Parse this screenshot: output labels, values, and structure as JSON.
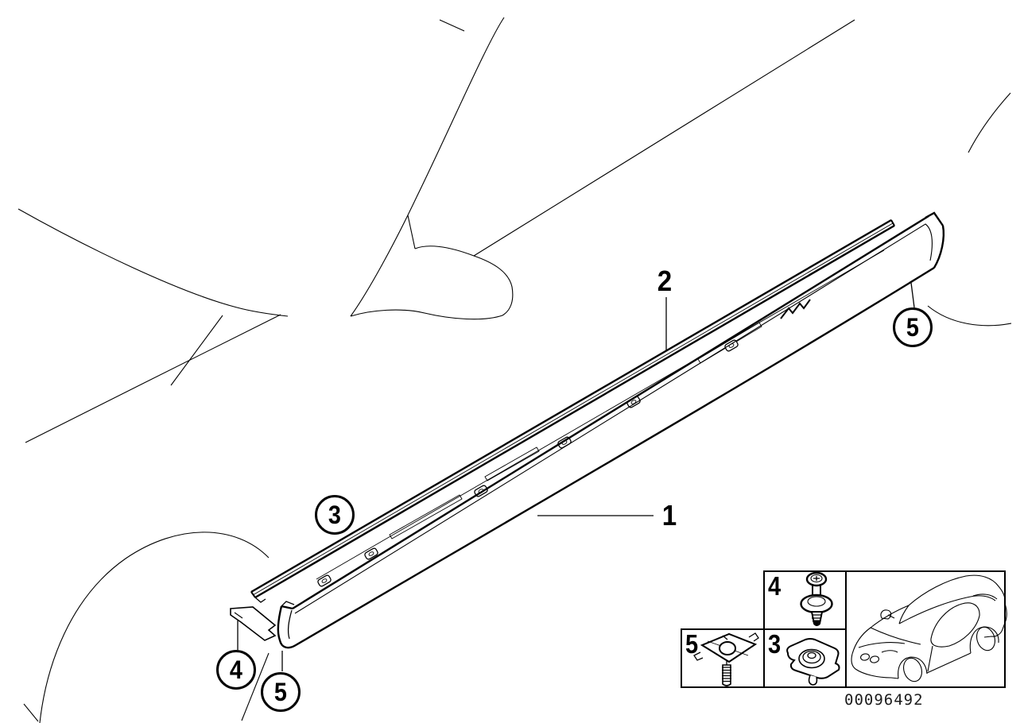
{
  "figure": {
    "background": "#ffffff",
    "ink": "#000000",
    "kind": "parts-diagram"
  },
  "callouts": [
    {
      "id": "callout-1",
      "label": "1",
      "style": "plain"
    },
    {
      "id": "callout-2",
      "label": "2",
      "style": "plain"
    },
    {
      "id": "callout-3",
      "label": "3",
      "style": "circled"
    },
    {
      "id": "callout-4",
      "label": "4",
      "style": "circled"
    },
    {
      "id": "callout-5-left",
      "label": "5",
      "style": "circled"
    },
    {
      "id": "callout-5-right",
      "label": "5",
      "style": "circled"
    }
  ],
  "legend": {
    "items": [
      {
        "key": "4",
        "icon": "expanding-rivet-icon"
      },
      {
        "key": "5",
        "icon": "cage-nut-screw-icon"
      },
      {
        "key": "3",
        "icon": "speed-nut-clip-icon"
      }
    ],
    "vehicle_thumbnail_icon": "bmw-coupe-outline-icon"
  },
  "footer": {
    "image_number": "00096492"
  }
}
